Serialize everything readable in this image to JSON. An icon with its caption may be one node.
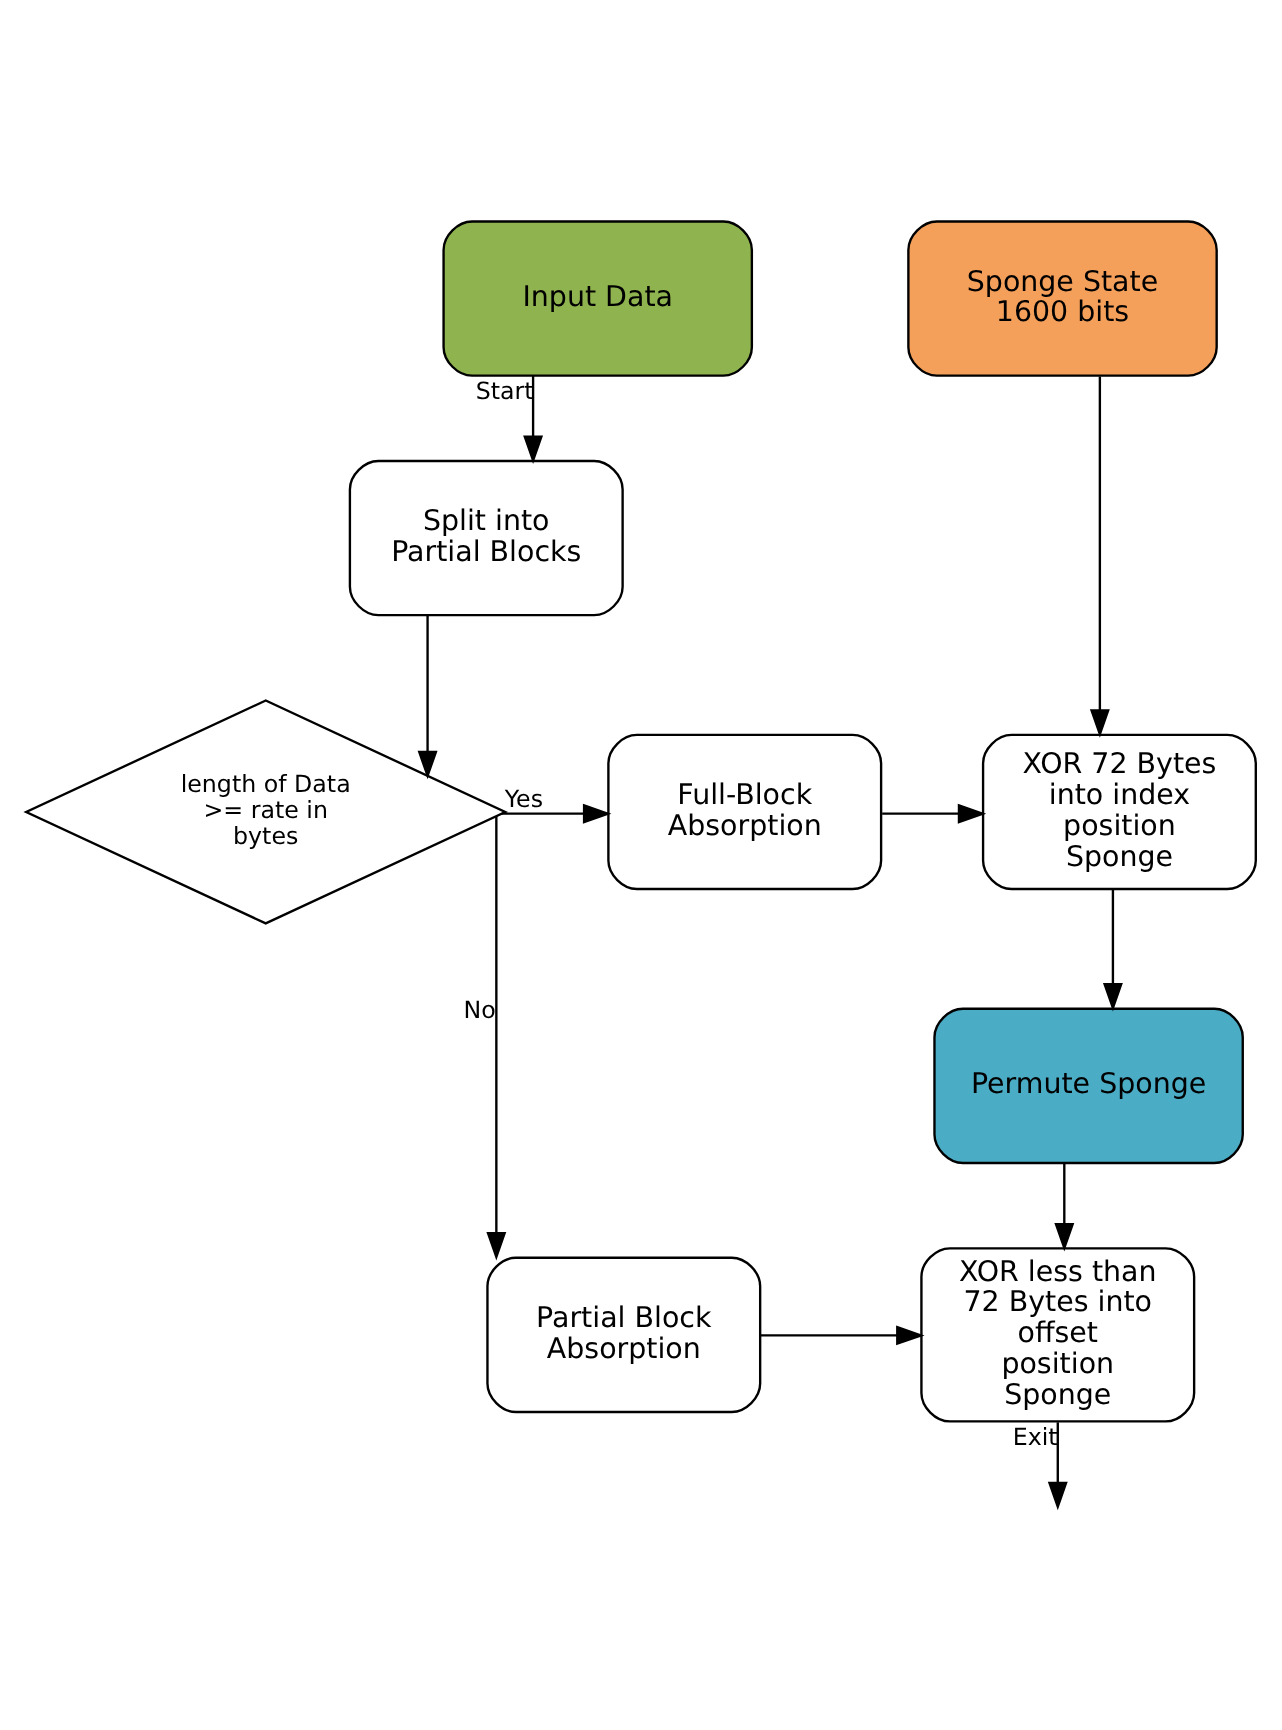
{
  "diagram": {
    "nodes": [
      {
        "text": [
          "Input Data"
        ]
      },
      {
        "text": [
          "Split into Partial Blocks"
        ]
      },
      {
        "text": [
          "length of Data >= rate in bytes"
        ]
      },
      {
        "text": [
          "Full-Block Absorption"
        ]
      },
      {
        "text": [
          "Sponge State 1600 bits"
        ]
      },
      {
        "text": [
          "XOR 72 Bytes into index position Sponge"
        ]
      },
      {
        "text": [
          "Permute Sponge"
        ]
      },
      {
        "text": [
          "Partial Block Absorption"
        ]
      },
      {
        "text": [
          "XOR less than 72 Bytes into offset position Sponge"
        ]
      }
    ],
    "edges": [
      {
        "from": 0,
        "to": 1,
        "arrow": "to",
        "label": "Start"
      },
      {
        "from": 1,
        "to": 2,
        "arrow": "to"
      },
      {
        "from": 2,
        "to": 3,
        "arrow": "to",
        "label": "Yes"
      },
      {
        "from": 3,
        "to": 5,
        "arrow": "to"
      },
      {
        "from": 4,
        "to": 5,
        "arrow": "to"
      },
      {
        "from": 5,
        "to": 6,
        "arrow": "to"
      },
      {
        "from": 6,
        "to": 8,
        "arrow": "to"
      },
      {
        "from": 2,
        "to": 7,
        "arrow": "to",
        "label": "No"
      },
      {
        "from": 7,
        "to": 8,
        "arrow": "to"
      },
      {
        "from": 8,
        "to": null,
        "arrow": "to",
        "label": "Exit"
      }
    ]
  }
}
